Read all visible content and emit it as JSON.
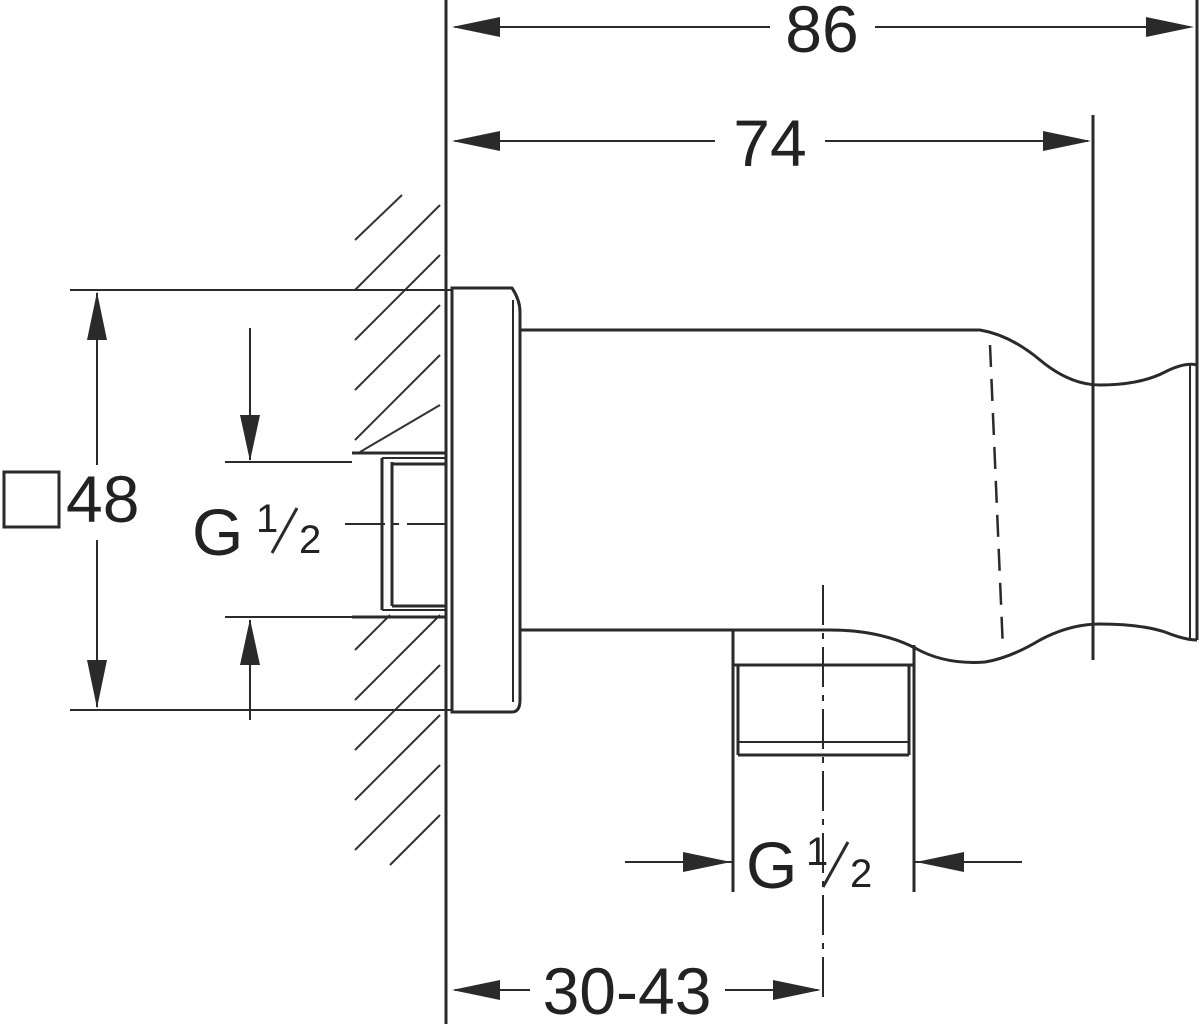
{
  "dimensions": {
    "overall_length": "86",
    "body_length": "74",
    "square_size": "48",
    "inlet_thread": {
      "prefix": "G",
      "numerator": "1",
      "denominator": "2"
    },
    "outlet_thread": {
      "prefix": "G",
      "numerator": "1",
      "denominator": "2"
    },
    "outlet_offset_range": "30-43"
  }
}
